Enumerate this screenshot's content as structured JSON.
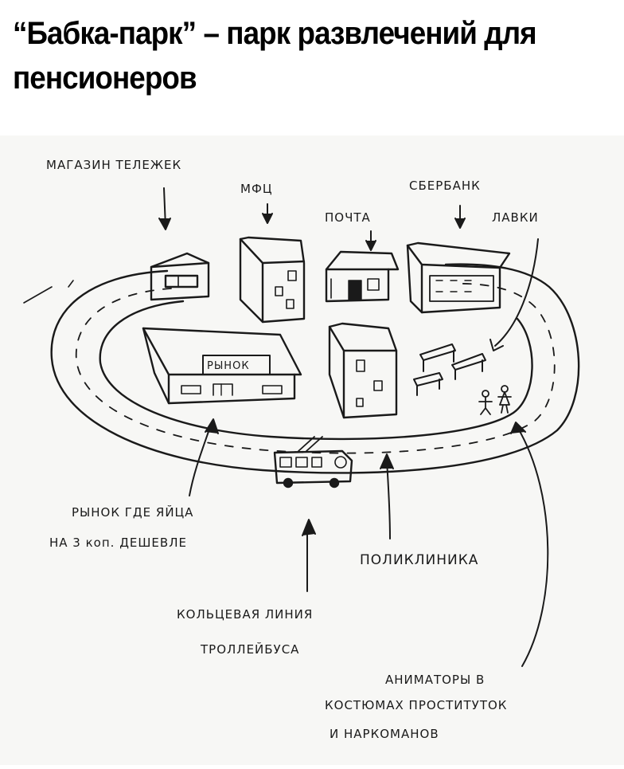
{
  "title": "“Бабка-парк” – парк развлечений для пенсионеров",
  "labels": {
    "cart_shop": "МАГАЗИН ТЕЛЕЖЕК",
    "mfc": "МФЦ",
    "sberbank": "СБЕРБАНК",
    "post": "ПОЧТА",
    "benches": "ЛАВКИ",
    "market_sign": "РЫНОК",
    "market_line1": "РЫНОК ГДЕ ЯЙЦА",
    "market_line2": "НА 3 коп. ДЕШЕВЛЕ",
    "clinic": "ПОЛИКЛИНИКА",
    "trolley_line1": "КОЛЬЦЕВАЯ ЛИНИЯ",
    "trolley_line2": "ТРОЛЛЕЙБУСА",
    "animators_line1": "АНИМАТОРЫ В",
    "animators_line2": "КОСТЮМАХ ПРОСТИТУТОК",
    "animators_line3": "И НАРКОМАНОВ"
  }
}
